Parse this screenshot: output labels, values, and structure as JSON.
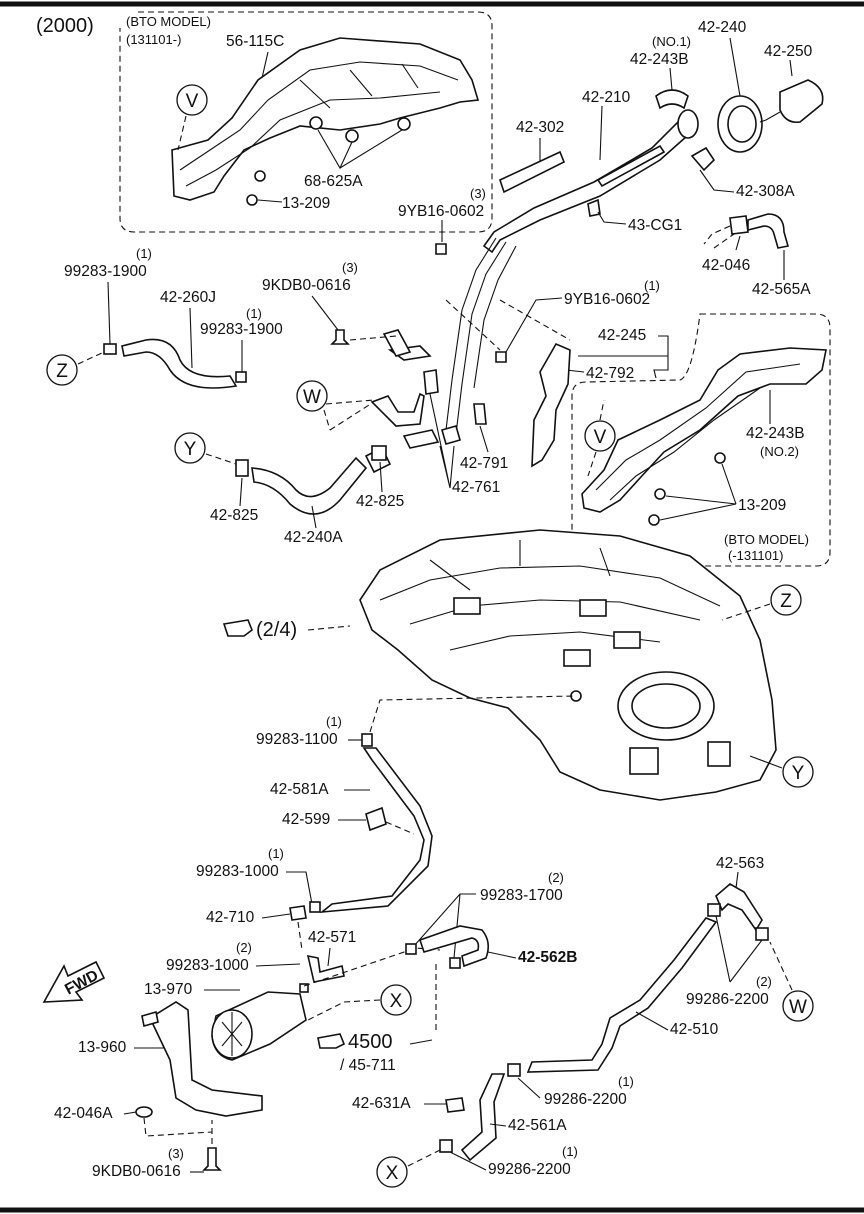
{
  "header": {
    "year": "(2000)"
  },
  "bto_top": {
    "line1": "(BTO MODEL)",
    "line2": "(131101-)"
  },
  "bto_right": {
    "line1": "(BTO MODEL)",
    "line2": "(-131101)"
  },
  "callouts": {
    "ref_page": "(2/4)",
    "ref_4500": "4500",
    "ref_45711": "/ 45-711",
    "fwd": "FWD"
  },
  "circle_labels": {
    "v": "V",
    "w": "W",
    "x": "X",
    "y": "Y",
    "z": "Z"
  },
  "parts": {
    "p56_115c": "56-115C",
    "p68_625a": "68-625A",
    "p13_209_top": "13-209",
    "p42_240": "42-240",
    "p42_250": "42-250",
    "p_no1": "(NO.1)",
    "p42_243b_1": "42-243B",
    "p42_210": "42-210",
    "p42_302": "42-302",
    "p42_308a": "42-308A",
    "q3a": "(3)",
    "p9yb_a": "9YB16-0602",
    "p43_cg1": "43-CG1",
    "p42_046": "42-046",
    "p42_565a": "42-565A",
    "q1a": "(1)",
    "p99283_1900_a": "99283-1900",
    "p42_260j": "42-260J",
    "q3b": "(3)",
    "p9kdb_a": "9KDB0-0616",
    "q1b": "(1)",
    "p99283_1900_b": "99283-1900",
    "q1c": "(1)",
    "p9yb_b": "9YB16-0602",
    "p42_245": "42-245",
    "p42_792": "42-792",
    "p42_243b_2": "42-243B",
    "p_no2": "(NO.2)",
    "p13_209_right": "13-209",
    "p42_791": "42-791",
    "p42_761": "42-761",
    "p42_825_a": "42-825",
    "p42_825_b": "42-825",
    "p42_240a": "42-240A",
    "q1d": "(1)",
    "p99283_1100": "99283-1100",
    "p42_581a": "42-581A",
    "p42_599": "42-599",
    "q1e": "(1)",
    "p99283_1000_a": "99283-1000",
    "p42_710": "42-710",
    "p42_571": "42-571",
    "q2a": "(2)",
    "p99283_1000_b": "99283-1000",
    "q2b": "(2)",
    "p99283_1700": "99283-1700",
    "p42_562b": "42-562B",
    "p42_563": "42-563",
    "q2c": "(2)",
    "p99286_2200_a": "99286-2200",
    "p13_970": "13-970",
    "p13_960": "13-960",
    "p42_510": "42-510",
    "q1f": "(1)",
    "p99286_2200_b": "99286-2200",
    "p42_631a": "42-631A",
    "p42_561a": "42-561A",
    "p42_046a": "42-046A",
    "q3c": "(3)",
    "p9kdb_b": "9KDB0-0616",
    "q1g": "(1)",
    "p99286_2200_c": "99286-2200"
  }
}
